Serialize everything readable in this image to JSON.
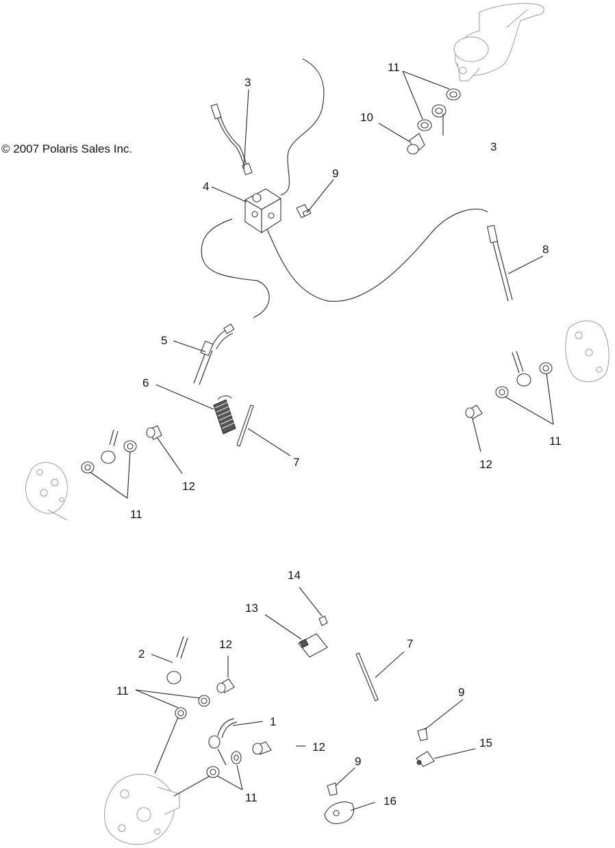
{
  "copyright": "© 2007 Polaris Sales Inc.",
  "callouts": {
    "c3a": "3",
    "c11a": "11",
    "c10": "10",
    "c3b": "3",
    "c4": "4",
    "c9a": "9",
    "c8": "8",
    "c5": "5",
    "c6": "6",
    "c7a": "7",
    "c12a": "12",
    "c11b": "11",
    "c12b": "12",
    "c11c": "11",
    "c14": "14",
    "c13": "13",
    "c7b": "7",
    "c2": "2",
    "c12c": "12",
    "c11d": "11",
    "c1": "1",
    "c12d": "12",
    "c9b": "9",
    "c15": "15",
    "c9c": "9",
    "c11e": "11",
    "c16": "16"
  }
}
